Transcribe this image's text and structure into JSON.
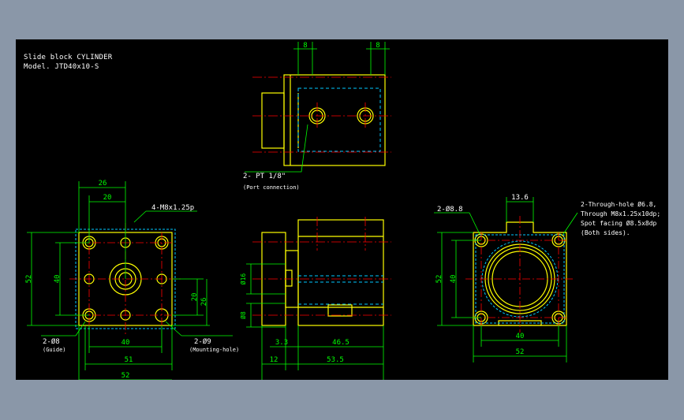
{
  "title_block": {
    "line1": "Slide block CYLINDER",
    "line2": "Model. JTD40x10-S"
  },
  "colors": {
    "background": "#000000",
    "outer_bg": "#8a97a8",
    "outline": "#ffff00",
    "dimension": "#00ff00",
    "centerline": "#ff0000",
    "hidden": "#00c8ff",
    "text": "#ffffff"
  },
  "top_view": {
    "dim_left": "8",
    "dim_right": "8",
    "port_label": "2- PT 1/8\"",
    "port_note": "(Port connection)"
  },
  "front_view": {
    "dim_26": "26",
    "dim_20": "20",
    "thread_label": "4-M8x1.25p",
    "dim_52_v": "52",
    "dim_40_v": "40",
    "dim_20_v": "20",
    "dim_26_v": "26",
    "guide_label": "2-Ø8",
    "guide_note": "(Guide)",
    "mount_label": "2-Ø9",
    "mount_note": "(Mounting-hole)",
    "dim_40_h": "40",
    "dim_51_h": "51",
    "dim_52_h": "52"
  },
  "side_view": {
    "dia_16": "Ø16",
    "dia_8": "Ø8",
    "dim_3_3": "3.3",
    "dim_46_5": "46.5",
    "dim_12": "12",
    "dim_53_5": "53.5"
  },
  "rear_view": {
    "hole_label": "2-Ø8.8",
    "dim_13_6": "13.6",
    "through_note_1": "2-Through-hole Ø6.8,",
    "through_note_2": "Through M8x1.25x10dp;",
    "through_note_3": "Spot facing Ø8.5x8dp",
    "through_note_4": "(Both sides).",
    "dim_52_v": "52",
    "dim_40_v": "40",
    "dim_40_h": "40",
    "dim_52_h": "52"
  }
}
